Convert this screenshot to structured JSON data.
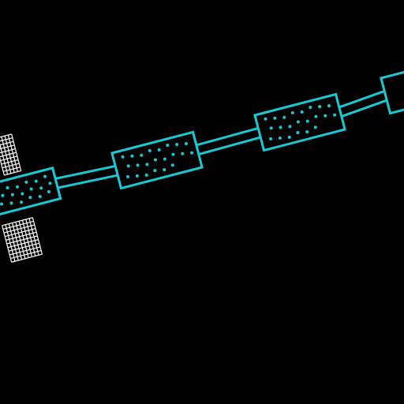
{
  "colors": {
    "background": "#000000",
    "outline": "#19c8d2",
    "grid": "#ffffff"
  },
  "diagram": {
    "description_free": true,
    "chambers": [
      {
        "id": "chamber-1",
        "dot_count": 18
      },
      {
        "id": "chamber-2",
        "dot_count": 22
      },
      {
        "id": "chamber-3",
        "dot_count": 22
      },
      {
        "id": "chamber-4",
        "dot_count": 0
      }
    ],
    "grids": [
      {
        "id": "grid-upper"
      },
      {
        "id": "grid-lower"
      }
    ]
  }
}
